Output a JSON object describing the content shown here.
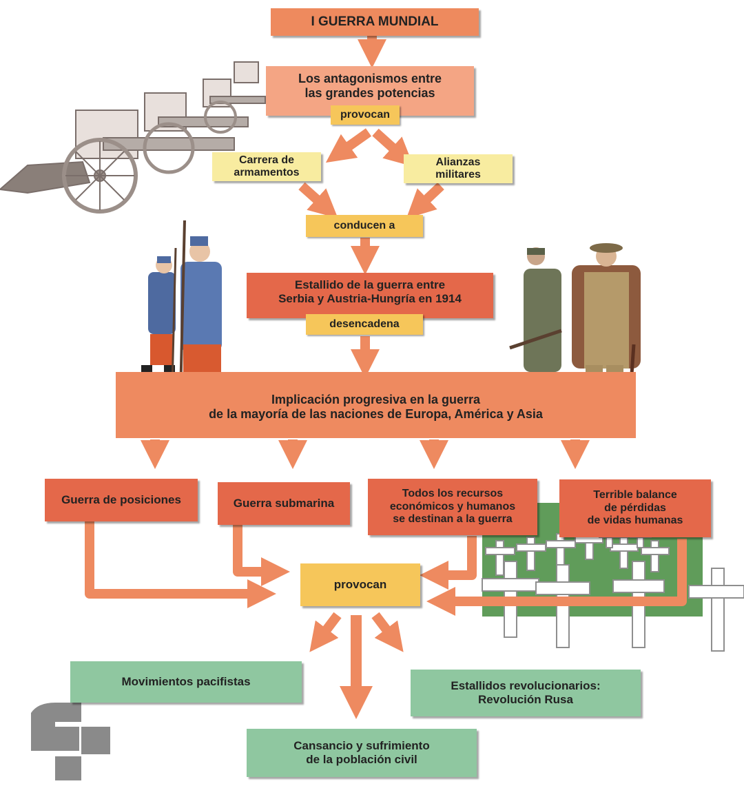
{
  "title": "I GUERRA MUNDIAL",
  "nodes": {
    "antagonismos": "Los antagonismos entre\nlas grandes potencias",
    "carrera": "Carrera de\narmamentos",
    "alianzas": "Alianzas\nmilitares",
    "estallido": "Estallido de la guerra entre\nSerbia y Austria-Hungría en 1914",
    "implicacion": "Implicación progresiva en la guerra\nde la mayoría de las naciones de Europa, América y Asia",
    "posiciones": "Guerra de posiciones",
    "submarina": "Guerra submarina",
    "recursos": "Todos los recursos\neconómicos y humanos\nse destinan a la guerra",
    "balance": "Terrible balance\nde pérdidas\nde vidas humanas",
    "pacifistas": "Movimientos pacifistas",
    "revolucionarios": "Estallidos revolucionarios:\nRevolución Rusa",
    "cansancio": "Cansancio y sufrimiento\nde la población civil"
  },
  "connectors": {
    "provocan_1": "provocan",
    "conducen": "conducen a",
    "desencadena": "desencadena",
    "provocan_2": "provocan"
  },
  "colors": {
    "title": "#ee8a5e",
    "peach": "#f4a584",
    "red": "#e4684a",
    "salmon": "#ee8a60",
    "yellow": "#f8eca0",
    "gold": "#f6c65a",
    "green": "#8fc7a0",
    "arrow": "#ee8a60"
  },
  "illustrations": [
    "field-cannons",
    "french-soldiers",
    "soldiers-in-uniform",
    "cemetery-crosses",
    "logo"
  ]
}
